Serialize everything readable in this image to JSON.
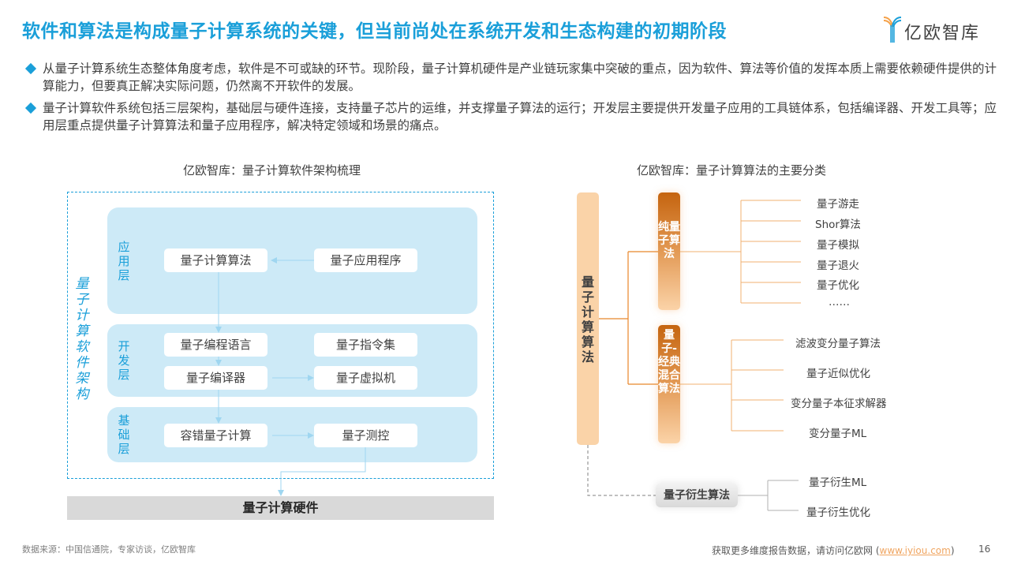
{
  "header": {
    "title": "软件和算法是构成量子计算系统的关键，但当前尚处在系统开发和生态构建的初期阶段",
    "logo_text": "亿欧智库",
    "accent_color": "#1a9fd9"
  },
  "bullets": [
    "从量子计算系统生态整体角度考虑，软件是不可或缺的环节。现阶段，量子计算机硬件是产业链玩家集中突破的重点，因为软件、算法等价值的发挥本质上需要依赖硬件提供的计算能力，但要真正解决实际问题，仍然离不开软件的发展。",
    "量子计算软件系统包括三层架构，基础层与硬件连接，支持量子芯片的运维，并支撑量子算法的运行；开发层主要提供开发量子应用的工具链体系，包括编译器、开发工具等；应用层重点提供量子计算算法和量子应用程序，解决特定领域和场景的痛点。"
  ],
  "left_diagram": {
    "title": "亿欧智库：量子计算软件架构梳理",
    "side_label": "量子计算软件架构",
    "layers": [
      {
        "label": "应用层",
        "boxes": [
          "量子计算算法",
          "量子应用程序"
        ]
      },
      {
        "label": "开发层",
        "boxes": [
          "量子编程语言",
          "量子指令集",
          "量子编译器",
          "量子虚拟机"
        ]
      },
      {
        "label": "基础层",
        "boxes": [
          "容错量子计算",
          "量子测控"
        ]
      }
    ],
    "hardware": "量子计算硬件",
    "layer_color": "#cdeaf7"
  },
  "right_diagram": {
    "title": "亿欧智库：量子计算算法的主要分类",
    "root": "量子计算算法",
    "categories": [
      {
        "label": "纯量子算法",
        "items": [
          "量子游走",
          "Shor算法",
          "量子模拟",
          "量子退火",
          "量子优化",
          "……"
        ]
      },
      {
        "label": "量子-经典混合算法",
        "items": [
          "滤波变分量子算法",
          "量子近似优化",
          "变分量子本征求解器",
          "变分量子ML"
        ]
      },
      {
        "label": "量子衍生算法",
        "items": [
          "量子衍生ML",
          "量子衍生优化"
        ]
      }
    ],
    "line_color": "#f0a560"
  },
  "footer": {
    "source": "数据来源：中国信通院，专家访谈，亿欧智库",
    "more_prefix": "获取更多维度报告数据，请访问亿欧网 (",
    "link": "www.iyiou.com",
    "more_suffix": ")",
    "page_number": "16"
  }
}
